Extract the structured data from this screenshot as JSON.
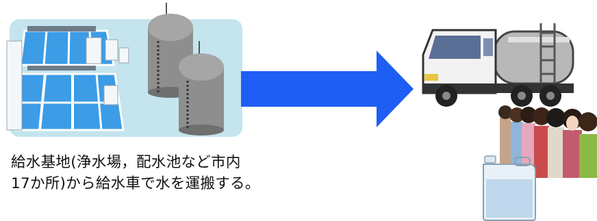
{
  "caption": {
    "line1": "給水基地(浄水場，配水池など市内",
    "line2": "17か所)から給水車で水を運搬する。"
  },
  "illustrations": {
    "source": "water-purification-plant-illustration",
    "arrow": "right-arrow",
    "truck": "water-tanker-truck-illustration",
    "people": "queue-of-people-illustration",
    "container": "water-tank-container-illustration"
  },
  "colors": {
    "arrow": "#1F5EF5",
    "panel": "#C4E5EE",
    "water": "#3C9CE6",
    "tank": "#8E8E8E"
  }
}
